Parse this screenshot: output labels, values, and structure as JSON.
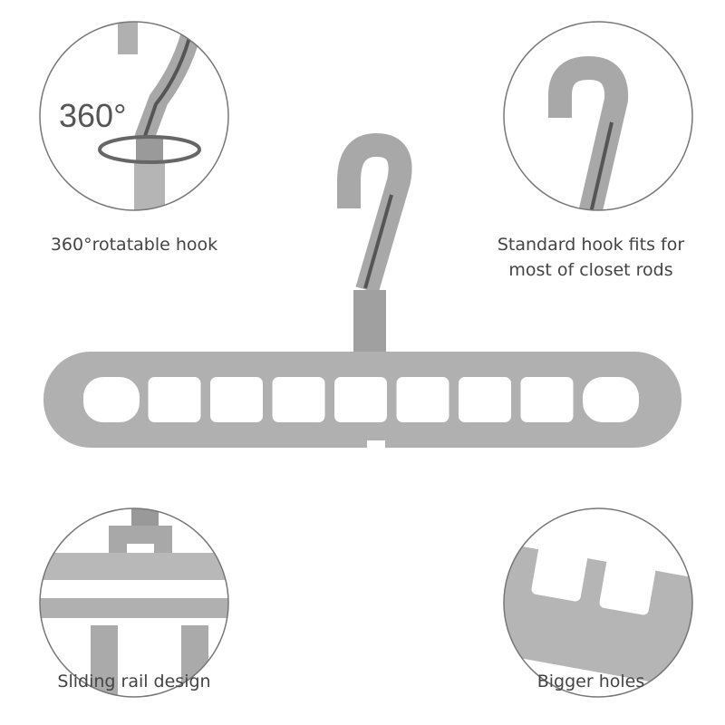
{
  "features": [
    {
      "label": "360°rotatable hook",
      "badge": "360°"
    },
    {
      "label_line1": "Standard hook fits for",
      "label_line2": "most of closet rods"
    },
    {
      "label": "Sliding rail design"
    },
    {
      "label": "Bigger holes"
    }
  ],
  "colors": {
    "hanger": "#a8a8a8",
    "hanger_dark": "#8c8c8c",
    "circle": "#777777",
    "text": "#444444"
  }
}
